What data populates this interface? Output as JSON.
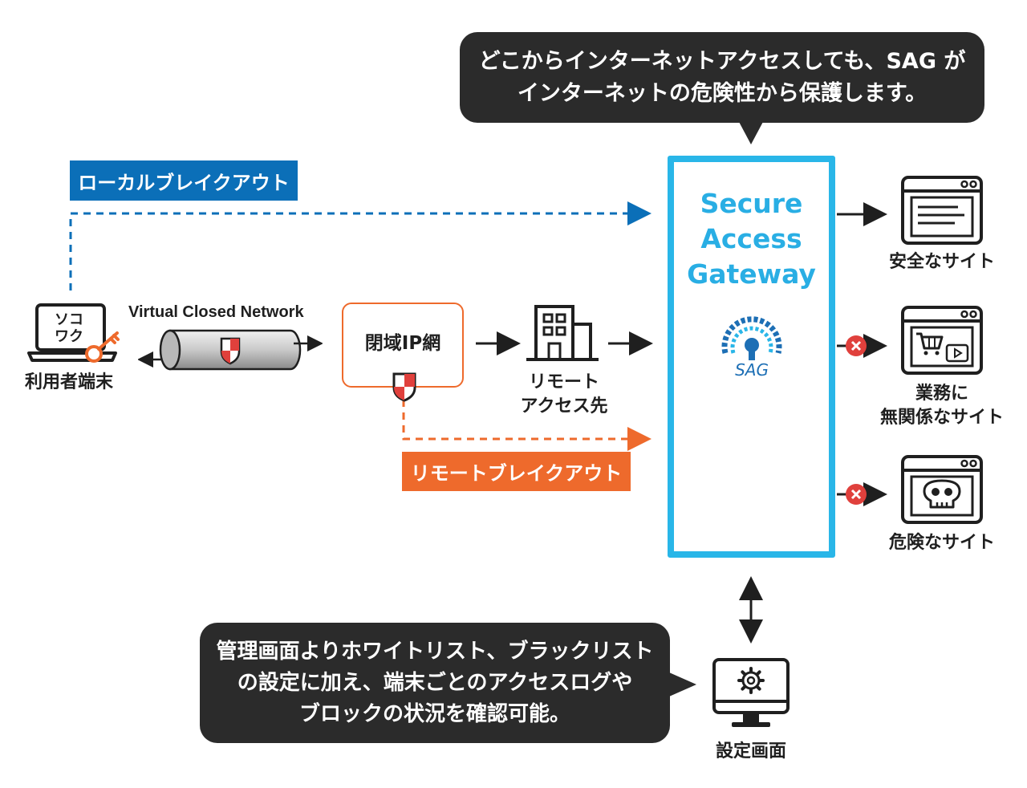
{
  "callouts": {
    "top_line1": "どこからインターネットアクセスしても、SAG が",
    "top_line2": "インターネットの危険性から保護します。",
    "bottom_line1": "管理画面よりホワイトリスト、ブラックリスト",
    "bottom_line2": "の設定に加え、端末ごとのアクセスログや",
    "bottom_line3": "ブロックの状況を確認可能。"
  },
  "breakouts": {
    "local": "ローカルブレイクアウト",
    "remote": "リモートブレイクアウト"
  },
  "nodes": {
    "user_terminal": "利用者端末",
    "virtual_closed_network": "Virtual Closed Network",
    "closed_ip_network": "閉域IP網",
    "remote_access_line1": "リモート",
    "remote_access_line2": "アクセス先",
    "laptop_logo_line1": "ソコ",
    "laptop_logo_line2": "ワク",
    "admin_screen": "設定画面"
  },
  "gateway": {
    "line1": "Secure",
    "line2": "Access",
    "line3": "Gateway",
    "logo_text": "SAG"
  },
  "sites": {
    "safe": "安全なサイト",
    "unrelated_line1": "業務に",
    "unrelated_line2": "無関係なサイト",
    "dangerous": "危険なサイト"
  },
  "colors": {
    "accent_blue": "#0b6fb8",
    "accent_orange": "#ee6a2c",
    "gateway_cyan": "#29b6e8",
    "block_red": "#e0403c",
    "bubble_dark": "#2b2b2b"
  },
  "icons": {
    "laptop": "laptop-icon",
    "key": "key-icon",
    "shield": "shield-icon",
    "building": "building-icon",
    "browser": "browser-window-icon",
    "cart": "cart-icon",
    "skull": "skull-icon",
    "gear": "gear-icon",
    "block": "block-x-icon"
  }
}
